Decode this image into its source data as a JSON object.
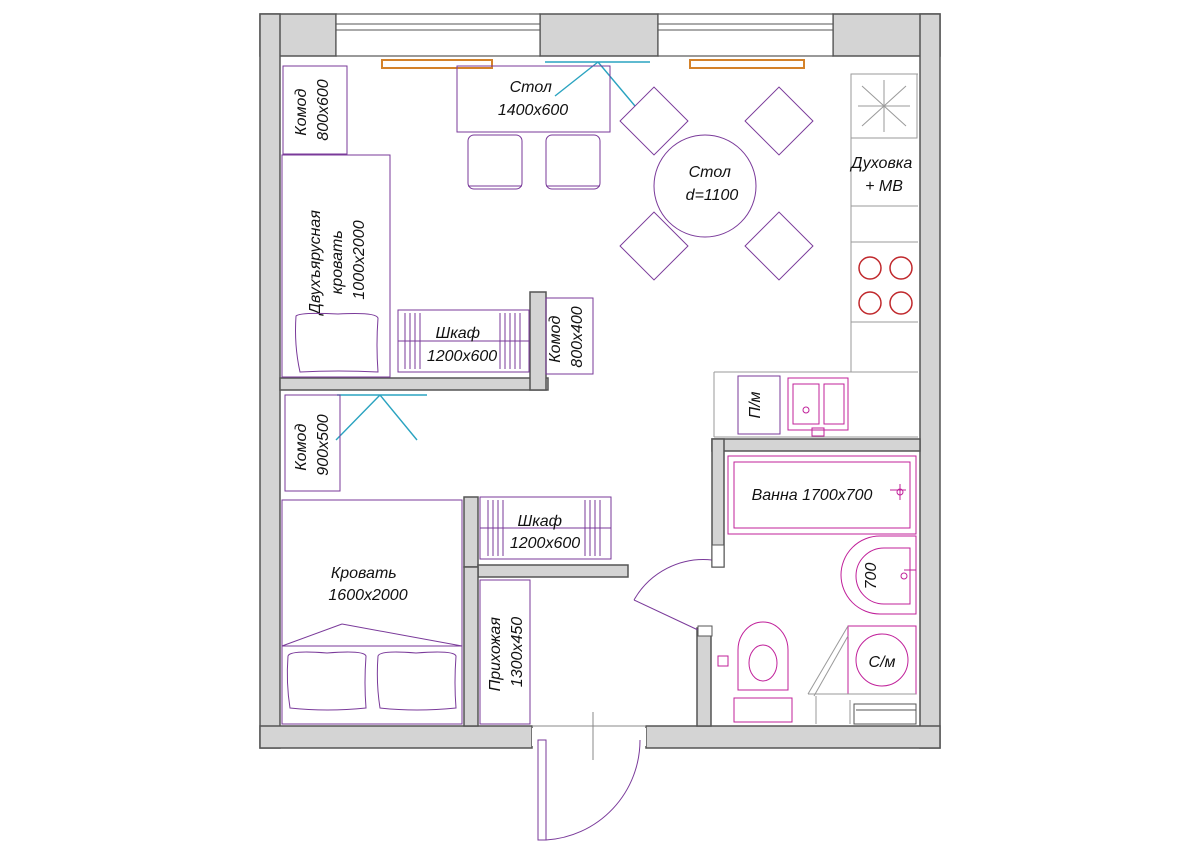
{
  "labels": {
    "desk": [
      "Стол",
      "1400х600"
    ],
    "dresser_top": [
      "Комод",
      "800х600"
    ],
    "round_table": [
      "Стол",
      "d=1100"
    ],
    "oven": [
      "Духовка",
      "+ МВ"
    ],
    "bunk_bed": [
      "Двухъярусная",
      "кровать",
      "1000х2000"
    ],
    "wardrobe_top": [
      "Шкаф",
      "1200х600"
    ],
    "dresser_mid": [
      "Комод",
      "800х400"
    ],
    "dishwasher": "П/м",
    "dresser_bedroom": [
      "Комод",
      "900х500"
    ],
    "bathtub": "Ванна 1700х700",
    "wardrobe_bottom": [
      "Шкаф",
      "1200х600"
    ],
    "bed": [
      "Кровать",
      "1600х2000"
    ],
    "sink_bath": "700",
    "hallway": [
      "Прихожая",
      "1300х450"
    ],
    "washer": "С/м"
  },
  "colors": {
    "wall": "#d4d4d4",
    "furniture": "#7a3a9a",
    "bath_fixture": "#c0209a",
    "door": "#2aa3c0",
    "radiator": "#d4822a",
    "hob": "#c0282c"
  },
  "icons": [
    "window",
    "door-swing",
    "stove-burner",
    "toilet",
    "sink",
    "bathtub",
    "washing-machine",
    "radiator"
  ]
}
